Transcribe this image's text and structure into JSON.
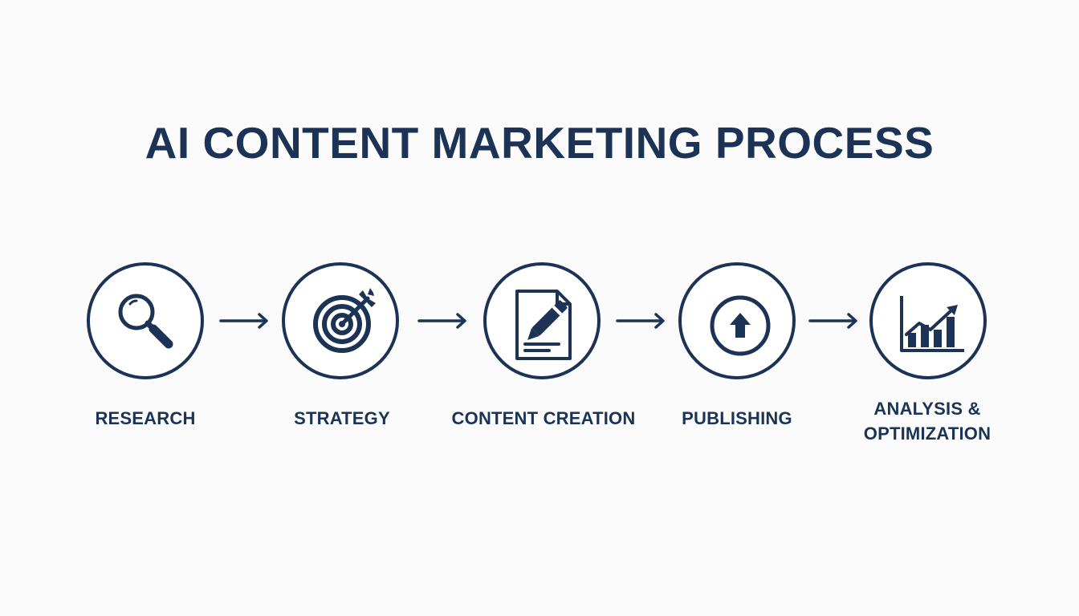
{
  "title": "AI CONTENT MARKETING PROCESS",
  "colors": {
    "primary": "#1c3356",
    "background": "#fbfbfb"
  },
  "steps": [
    {
      "icon": "magnifying-glass-icon",
      "label_lines": [
        "RESEARCH"
      ]
    },
    {
      "icon": "target-arrow-icon",
      "label_lines": [
        "STRATEGY"
      ]
    },
    {
      "icon": "document-pen-icon",
      "label_lines": [
        "CONTENT CREATION"
      ]
    },
    {
      "icon": "upload-arrow-icon",
      "label_lines": [
        "PUBLISHING"
      ]
    },
    {
      "icon": "bar-chart-growth-icon",
      "label_lines": [
        "ANALYSIS &",
        "OPTIMIZATION"
      ]
    }
  ]
}
